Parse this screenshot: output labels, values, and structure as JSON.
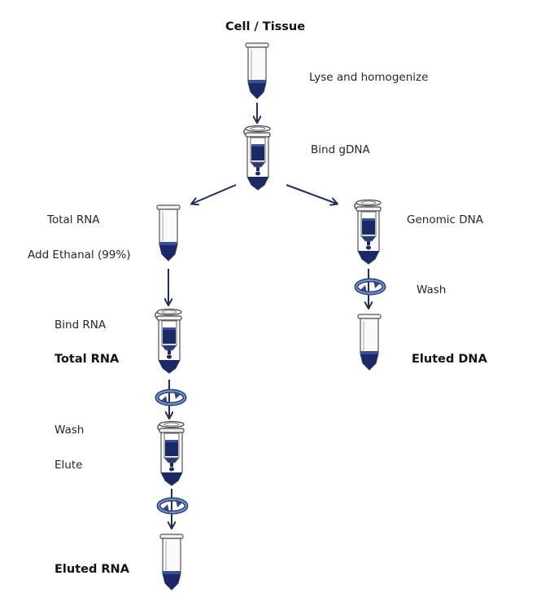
{
  "labels": {
    "cell_tissue": "Cell / Tissue",
    "lyse": "Lyse and homogenize",
    "bind_gdna": "Bind gDNA",
    "total_rna_left": "Total RNA",
    "add_ethanal": "Add Ethanal (99%)",
    "genomic_dna": "Genomic DNA",
    "wash_right": "Wash",
    "bind_rna": "Bind RNA",
    "total_rna_bold": "Total RNA",
    "eluted_dna": "Eluted DNA",
    "wash_left": "Wash",
    "elute": "Elute",
    "eluted_rna": "Eluted RNA"
  },
  "colors": {
    "navy": "#1f2f5c",
    "liquid": "#1b2a66",
    "tube_line": "#555555",
    "spin_blue": "#2f4a86"
  },
  "icons": {
    "tube": "microcentrifuge-tube-icon",
    "column": "spin-column-icon",
    "spin": "centrifuge-spin-icon"
  }
}
